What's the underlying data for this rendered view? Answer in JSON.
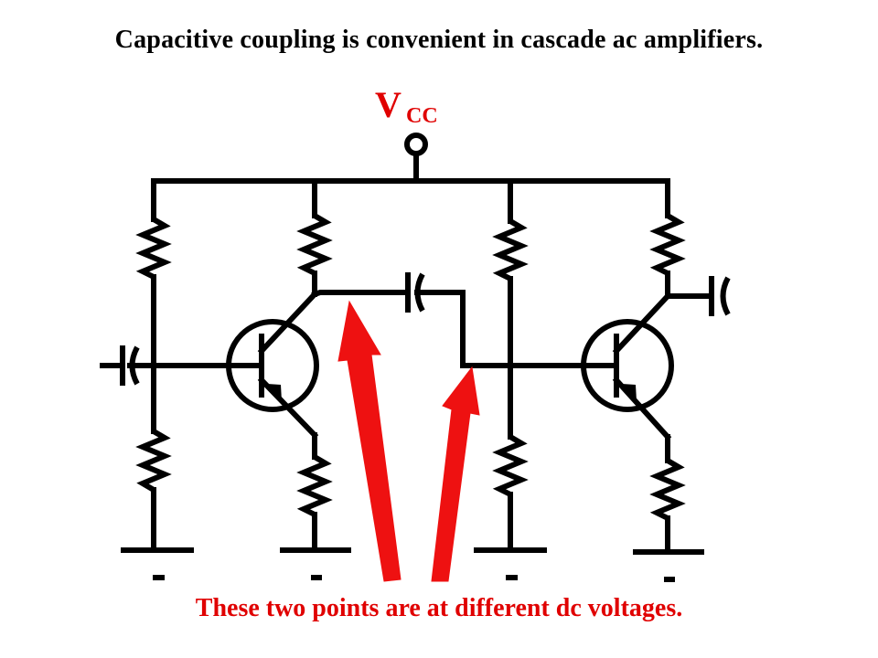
{
  "title": "Capacitive coupling is convenient in cascade ac amplifiers.",
  "caption": "These two points are at different dc voltages.",
  "supply_label": {
    "main": "V",
    "subscript": "CC"
  },
  "colors": {
    "text": "#000000",
    "accent": "#e00000",
    "arrow": "#ee1111"
  },
  "icons": [
    "resistor-icon",
    "capacitor-icon",
    "npn-transistor-icon",
    "ground-icon",
    "supply-terminal-icon",
    "arrow-icon"
  ]
}
